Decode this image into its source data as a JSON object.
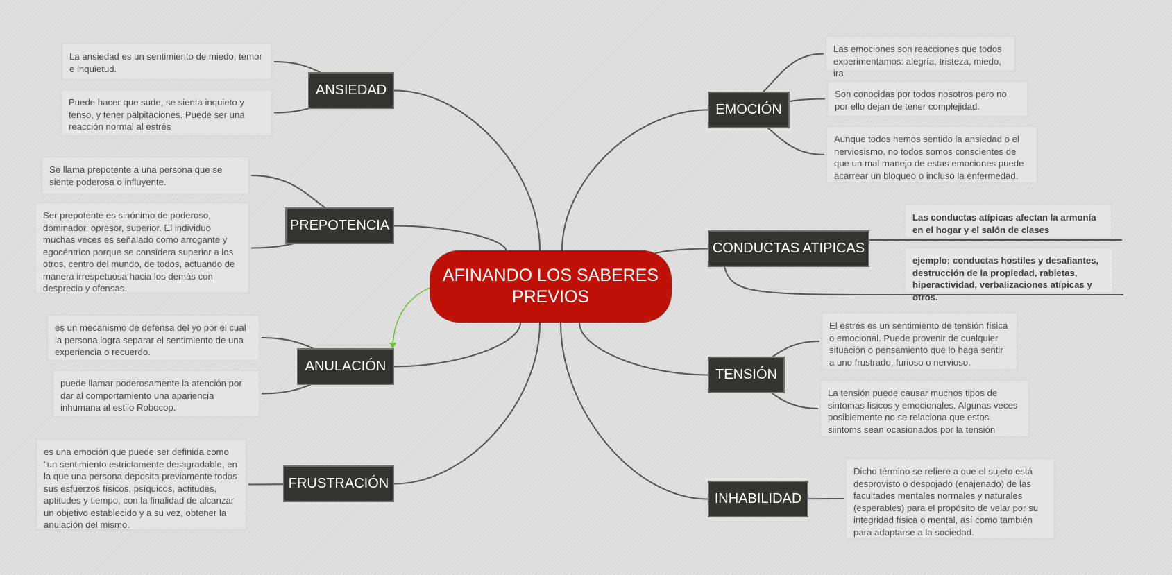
{
  "central": {
    "title": "AFINANDO LOS SABERES PREVIOS"
  },
  "topics": {
    "ansiedad": {
      "label": "ANSIEDAD",
      "notes": [
        "La ansiedad es un sentimiento de miedo, temor e inquietud.",
        "Puede hacer que sude, se sienta inquieto y tenso, y tener palpitaciones. Puede ser una reacción normal al estrés"
      ]
    },
    "prepotencia": {
      "label": "PREPOTENCIA",
      "notes": [
        "Se llama prepotente a una persona que se siente poderosa o influyente.",
        "Ser prepotente es sinónimo de poderoso, dominador, opresor, superior. El individuo muchas veces es señalado como arrogante y egocéntrico porque se considera superior a los otros, centro del mundo, de todos, actuando de manera irrespetuosa hacia los demás con desprecio y ofensas."
      ]
    },
    "anulacion": {
      "label": "ANULACIÓN",
      "notes": [
        "es un mecanismo de defensa del yo por el cual la persona logra separar el sentimiento de una experiencia o recuerdo.",
        "puede llamar poderosamente la atención por dar al comportamiento una apariencia inhumana al estilo Robocop."
      ]
    },
    "frustracion": {
      "label": "FRUSTRACIÓN",
      "notes": [
        "es una emoción que puede ser definida como \"un sentimiento estrictamente desagradable, en la que una persona deposita previamente todos sus esfuerzos físicos, psíquicos, actitudes, aptitudes y tiempo, con la finalidad de alcanzar un objetivo establecido y a su vez, obtener la anulación del mismo."
      ]
    },
    "emocion": {
      "label": "EMOCIÓN",
      "notes": [
        "Las emociones son reacciones que todos experimentamos: alegría, tristeza, miedo, ira",
        "Son conocidas por todos nosotros pero no por ello dejan de tener complejidad.",
        "Aunque todos hemos sentido la ansiedad o el nerviosismo, no todos somos conscientes de que un mal manejo de estas emociones puede acarrear un bloqueo o incluso la enfermedad."
      ]
    },
    "conductas": {
      "label": "CONDUCTAS ATIPICAS",
      "notes": [
        "Las conductas atípicas afectan la armonía en el hogar y el salón de clases",
        "ejemplo: conductas hostiles y desafiantes, destrucción de la propiedad, rabietas, hiperactividad, verbalizaciones atípicas y otros."
      ]
    },
    "tension": {
      "label": "TENSIÓN",
      "notes": [
        "El estrés es un sentimiento de tensión física o emocional. Puede provenir de cualquier situación o pensamiento que lo haga sentir a uno frustrado, furioso o nervioso.",
        "La tensión puede causar muchos tipos de sintomas fisicos y emocionales. Algunas veces posiblemente no se relaciona que estos siintoms sean ocasionados por la tensión"
      ]
    },
    "inhabilidad": {
      "label": "INHABILIDAD",
      "notes": [
        "Dicho término se refiere a que el sujeto está desprovisto o despojado (enajenado) de las facultades mentales normales y naturales (esperables) para el propósito de velar por su integridad física o mental, así como también para adaptarse a la sociedad."
      ]
    }
  },
  "colors": {
    "central": "#bf1108",
    "topic": "#34352f",
    "connector": "#555555",
    "relation_arrow": "#6cc22e"
  }
}
